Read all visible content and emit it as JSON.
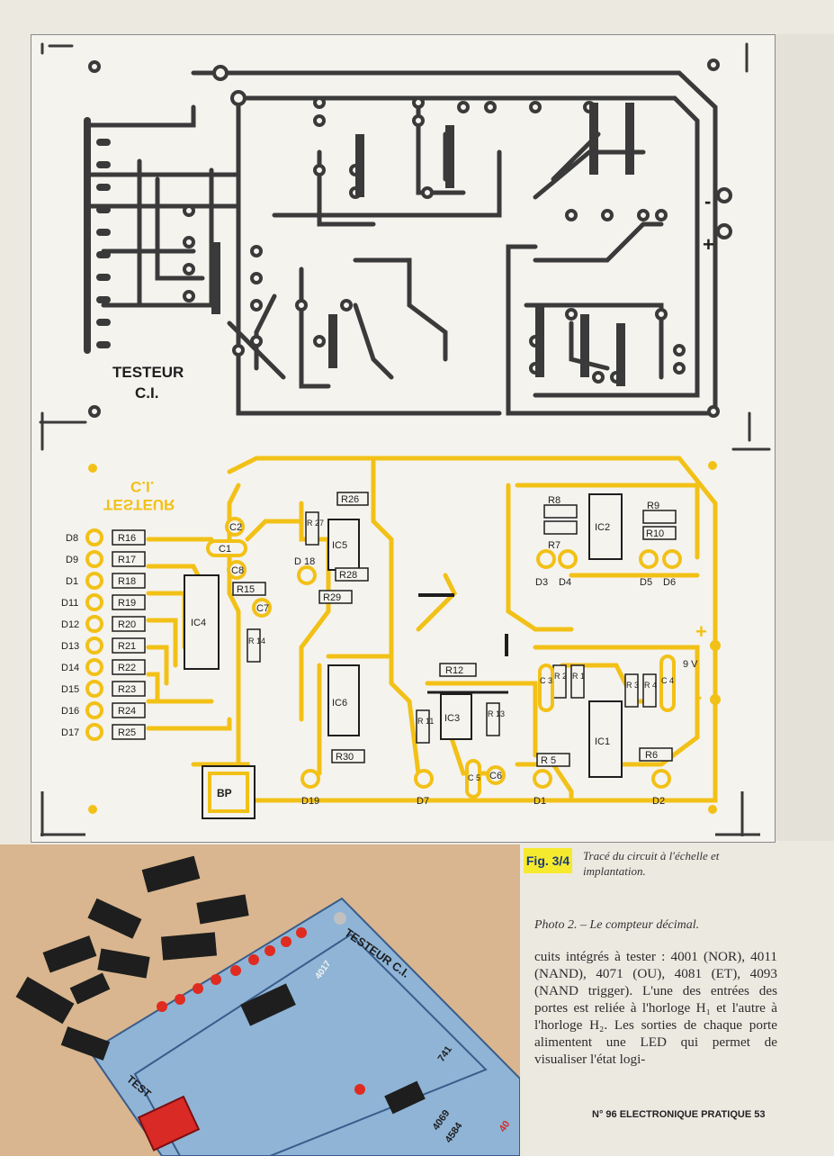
{
  "pcb": {
    "title_line1": "TESTEUR",
    "title_line2": "C.I.",
    "plus_label": "+",
    "minus_label": "-"
  },
  "layout_board": {
    "title_line1": "TESTEUR",
    "title_line2": "C.I.",
    "leds_left": [
      "D8",
      "D9",
      "D1",
      "D11",
      "D12",
      "D13",
      "D14",
      "D15",
      "D16",
      "D17"
    ],
    "resistors_left": [
      "R16",
      "R17",
      "R18",
      "R19",
      "R20",
      "R21",
      "R22",
      "R23",
      "R24",
      "R25"
    ],
    "ic_labels": {
      "ic1": "IC1",
      "ic2": "IC2",
      "ic3": "IC3",
      "ic4": "IC4",
      "ic5": "IC5",
      "ic6": "IC6"
    },
    "caps": {
      "c1": "C1",
      "c2": "C2",
      "c3": "C 3",
      "c4": "C 4",
      "c5": "C 5",
      "c6": "C6",
      "c7": "C7",
      "c8": "C8"
    },
    "resistors_other": {
      "r5": "R 5",
      "r6": "R6",
      "r8": "R8",
      "r7": "R7",
      "r9": "R9",
      "r10": "R10",
      "r12": "R12",
      "r13": "R 13",
      "r11": "R 11",
      "r15": "R15",
      "r14": "R 14",
      "r26": "R26",
      "r27": "R 27",
      "r28": "R28",
      "r29": "R29",
      "r30": "R30",
      "r1": "R 1",
      "r2": "R 2",
      "r3": "R 3",
      "r4": "R 4"
    },
    "diodes_other": {
      "d1": "D1",
      "d2": "D2",
      "d3": "D3",
      "d4": "D4",
      "d5": "D5",
      "d6": "D6",
      "d7": "D7",
      "d18": "D 18",
      "d19": "D19"
    },
    "bp": "BP",
    "supply": "9 V",
    "plus": "+",
    "minus": "-"
  },
  "caption": {
    "badge": "Fig. 3/4",
    "text": "Tracé du circuit à l'échelle et implantation."
  },
  "photo": {
    "caption": "Photo 2. – Le compteur décimal.",
    "labels": [
      "TESTEUR C.I.",
      "TEST",
      "4017",
      "741",
      "4069",
      "4584",
      "40"
    ]
  },
  "article": {
    "text": "cuits intégrés à tester : 4001 (NOR), 4011 (NAND), 4071 (OU), 4081 (ET), 4093 (NAND trigger). L'une des entrées des portes est reliée à l'horloge H₁ et l'autre à l'horloge H₂. Les sorties de chaque porte alimentent une LED qui permet de visualiser l'état logi-"
  },
  "folio": "N° 96 ELECTRONIQUE PRATIQUE 53",
  "colors": {
    "copper": "#3a3a3a",
    "gold": "#f2c117",
    "badge": "#f6ea2e",
    "photo_bg": "#d9b68f",
    "board_blue": "#8fb4d6"
  }
}
